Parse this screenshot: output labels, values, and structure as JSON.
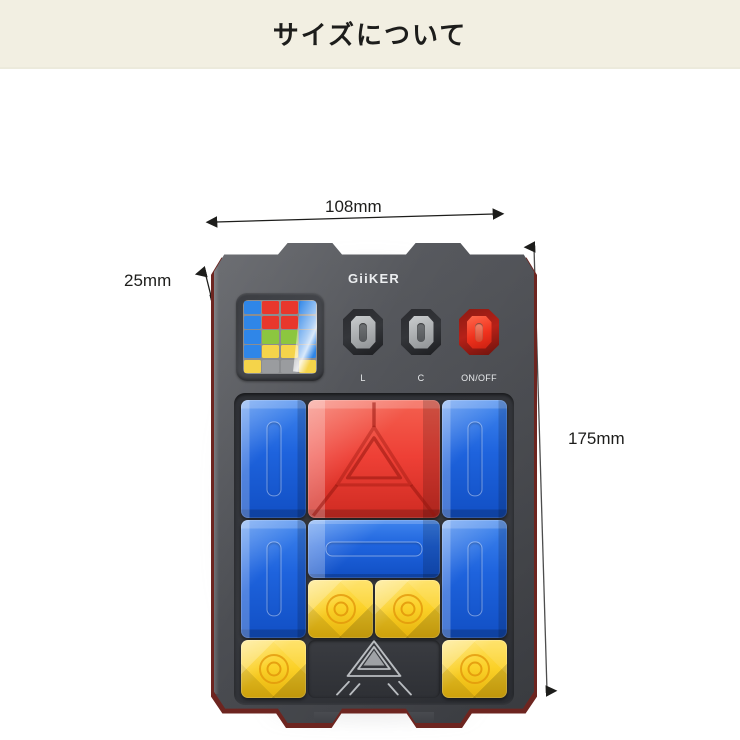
{
  "header": {
    "title": "サイズについて"
  },
  "dimensions": {
    "width_label": "108mm",
    "depth_label": "25mm",
    "height_label": "175mm"
  },
  "device": {
    "brand": "GiiKER",
    "body_color": "#4b4d52",
    "trim_color": "#6d2520",
    "lcd": {
      "columns": 4,
      "rows": 5,
      "cells": [
        [
          "#2f86e8",
          "#e8372c",
          "#e8372c",
          "#2f86e8"
        ],
        [
          "#2f86e8",
          "#e8372c",
          "#e8372c",
          "#2f86e8"
        ],
        [
          "#2f86e8",
          "#8cc63f",
          "#8cc63f",
          "#2f86e8"
        ],
        [
          "#2f86e8",
          "#f5d44a",
          "#f5d44a",
          "#2f86e8"
        ],
        [
          "#f5d44a",
          "#9a9c9f",
          "#9a9c9f",
          "#f5d44a"
        ]
      ]
    },
    "buttons": [
      {
        "caption": "L",
        "glyph": "◀",
        "style": "gray"
      },
      {
        "caption": "C",
        "glyph": "▶",
        "style": "gray"
      },
      {
        "caption": "ON/OFF",
        "glyph": "●",
        "style": "red"
      }
    ],
    "board": {
      "columns": 4,
      "rows": 5,
      "colors": {
        "blue": "#1e63dd",
        "red": "#ee4036",
        "yellow": "#fbd128",
        "exit": "#2e3035"
      },
      "pieces": [
        {
          "name": "blue-vertical-left-top",
          "color": "blue",
          "col": 1,
          "row": 1,
          "w": 1,
          "h": 2,
          "emblem": "slot-vertical"
        },
        {
          "name": "red-goal-block",
          "color": "red",
          "col": 2,
          "row": 1,
          "w": 2,
          "h": 2,
          "emblem": "triangle"
        },
        {
          "name": "blue-vertical-right-top",
          "color": "blue",
          "col": 4,
          "row": 1,
          "w": 1,
          "h": 2,
          "emblem": "slot-vertical"
        },
        {
          "name": "blue-vertical-left-mid",
          "color": "blue",
          "col": 1,
          "row": 3,
          "w": 1,
          "h": 2,
          "emblem": "slot-vertical"
        },
        {
          "name": "blue-horizontal-center",
          "color": "blue",
          "col": 2,
          "row": 3,
          "w": 2,
          "h": 1,
          "emblem": "slot-horizontal"
        },
        {
          "name": "blue-vertical-right-mid",
          "color": "blue",
          "col": 4,
          "row": 3,
          "w": 1,
          "h": 2,
          "emblem": "slot-vertical"
        },
        {
          "name": "yellow-square-c2r4",
          "color": "yellow",
          "col": 2,
          "row": 4,
          "w": 1,
          "h": 1,
          "emblem": "ring"
        },
        {
          "name": "yellow-square-c3r4",
          "color": "yellow",
          "col": 3,
          "row": 4,
          "w": 1,
          "h": 1,
          "emblem": "ring"
        },
        {
          "name": "yellow-square-c1r5",
          "color": "yellow",
          "col": 1,
          "row": 5,
          "w": 1,
          "h": 1,
          "emblem": "ring"
        },
        {
          "name": "exit-zone",
          "color": "exit",
          "col": 2,
          "row": 5,
          "w": 2,
          "h": 1,
          "emblem": "exit"
        },
        {
          "name": "yellow-square-c4r5",
          "color": "yellow",
          "col": 4,
          "row": 5,
          "w": 1,
          "h": 1,
          "emblem": "ring"
        }
      ]
    }
  }
}
